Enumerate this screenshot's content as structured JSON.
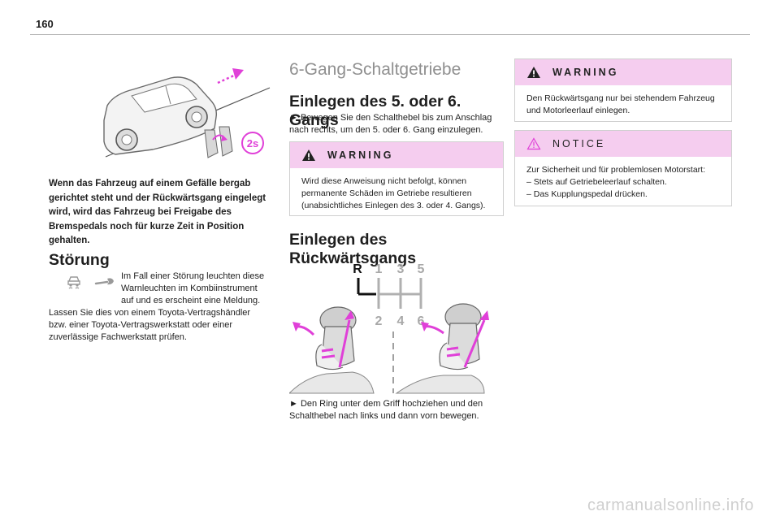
{
  "page": {
    "number": "160"
  },
  "left": {
    "hill_text": "Wenn das Fahrzeug auf einem Gefälle bergab gerichtet steht und der Rückwärtsgang eingelegt wird, wird das Fahrzeug bei Freigabe des Bremspedals noch für kurze Zeit in Position gehalten.",
    "badge_label": "2s",
    "fault_heading": "Störung",
    "fault_text_1": "Im Fall einer Störung leuchten diese Warnleuchten im Kombiinstrument auf und es erscheint eine Meldung.",
    "fault_text_2": "Lassen Sie dies von einem Toyota-Vertragshändler bzw. einer Toyota-Vertragswerkstatt oder einer zuverlässige Fachwerkstatt prüfen."
  },
  "middle": {
    "chapter_title": "6-Gang-Schaltgetriebe",
    "section1_heading": "Einlegen des 5. oder 6. Gangs",
    "section1_step": "► Bewegen Sie den Schalthebel bis zum Anschlag nach rechts, um den 5. oder 6. Gang einzulegen.",
    "warning_title": "WARNING",
    "warning_text": "Wird diese Anweisung nicht befolgt, können permanente Schäden im Getriebe resultieren (unabsichtliches Einlegen des 3. oder 4. Gangs).",
    "section2_heading": "Einlegen des Rückwärtsgangs",
    "gear_labels_top": [
      "R",
      "1",
      "3",
      "5"
    ],
    "gear_labels_bottom": [
      "2",
      "4",
      "6"
    ],
    "section2_step": "► Den Ring unter dem Griff hochziehen und den Schalthebel nach links und dann vorn bewegen."
  },
  "right": {
    "warning_title": "WARNING",
    "warning_text": "Den Rückwärtsgang nur bei stehendem Fahrzeug und Motorleerlauf einlegen.",
    "notice_title": "NOTICE",
    "notice_text": "Zur Sicherheit und für problemlosen Motorstart:",
    "notice_items": [
      "– Stets auf Getriebeleerlauf schalten.",
      "– Das Kupplungspedal drücken."
    ]
  },
  "footer": {
    "watermark": "carmanualsonline.info"
  },
  "colors": {
    "accent_pink": "#f5cdef",
    "magenta": "#e040d8",
    "gear_grey": "#a8a8a8"
  }
}
